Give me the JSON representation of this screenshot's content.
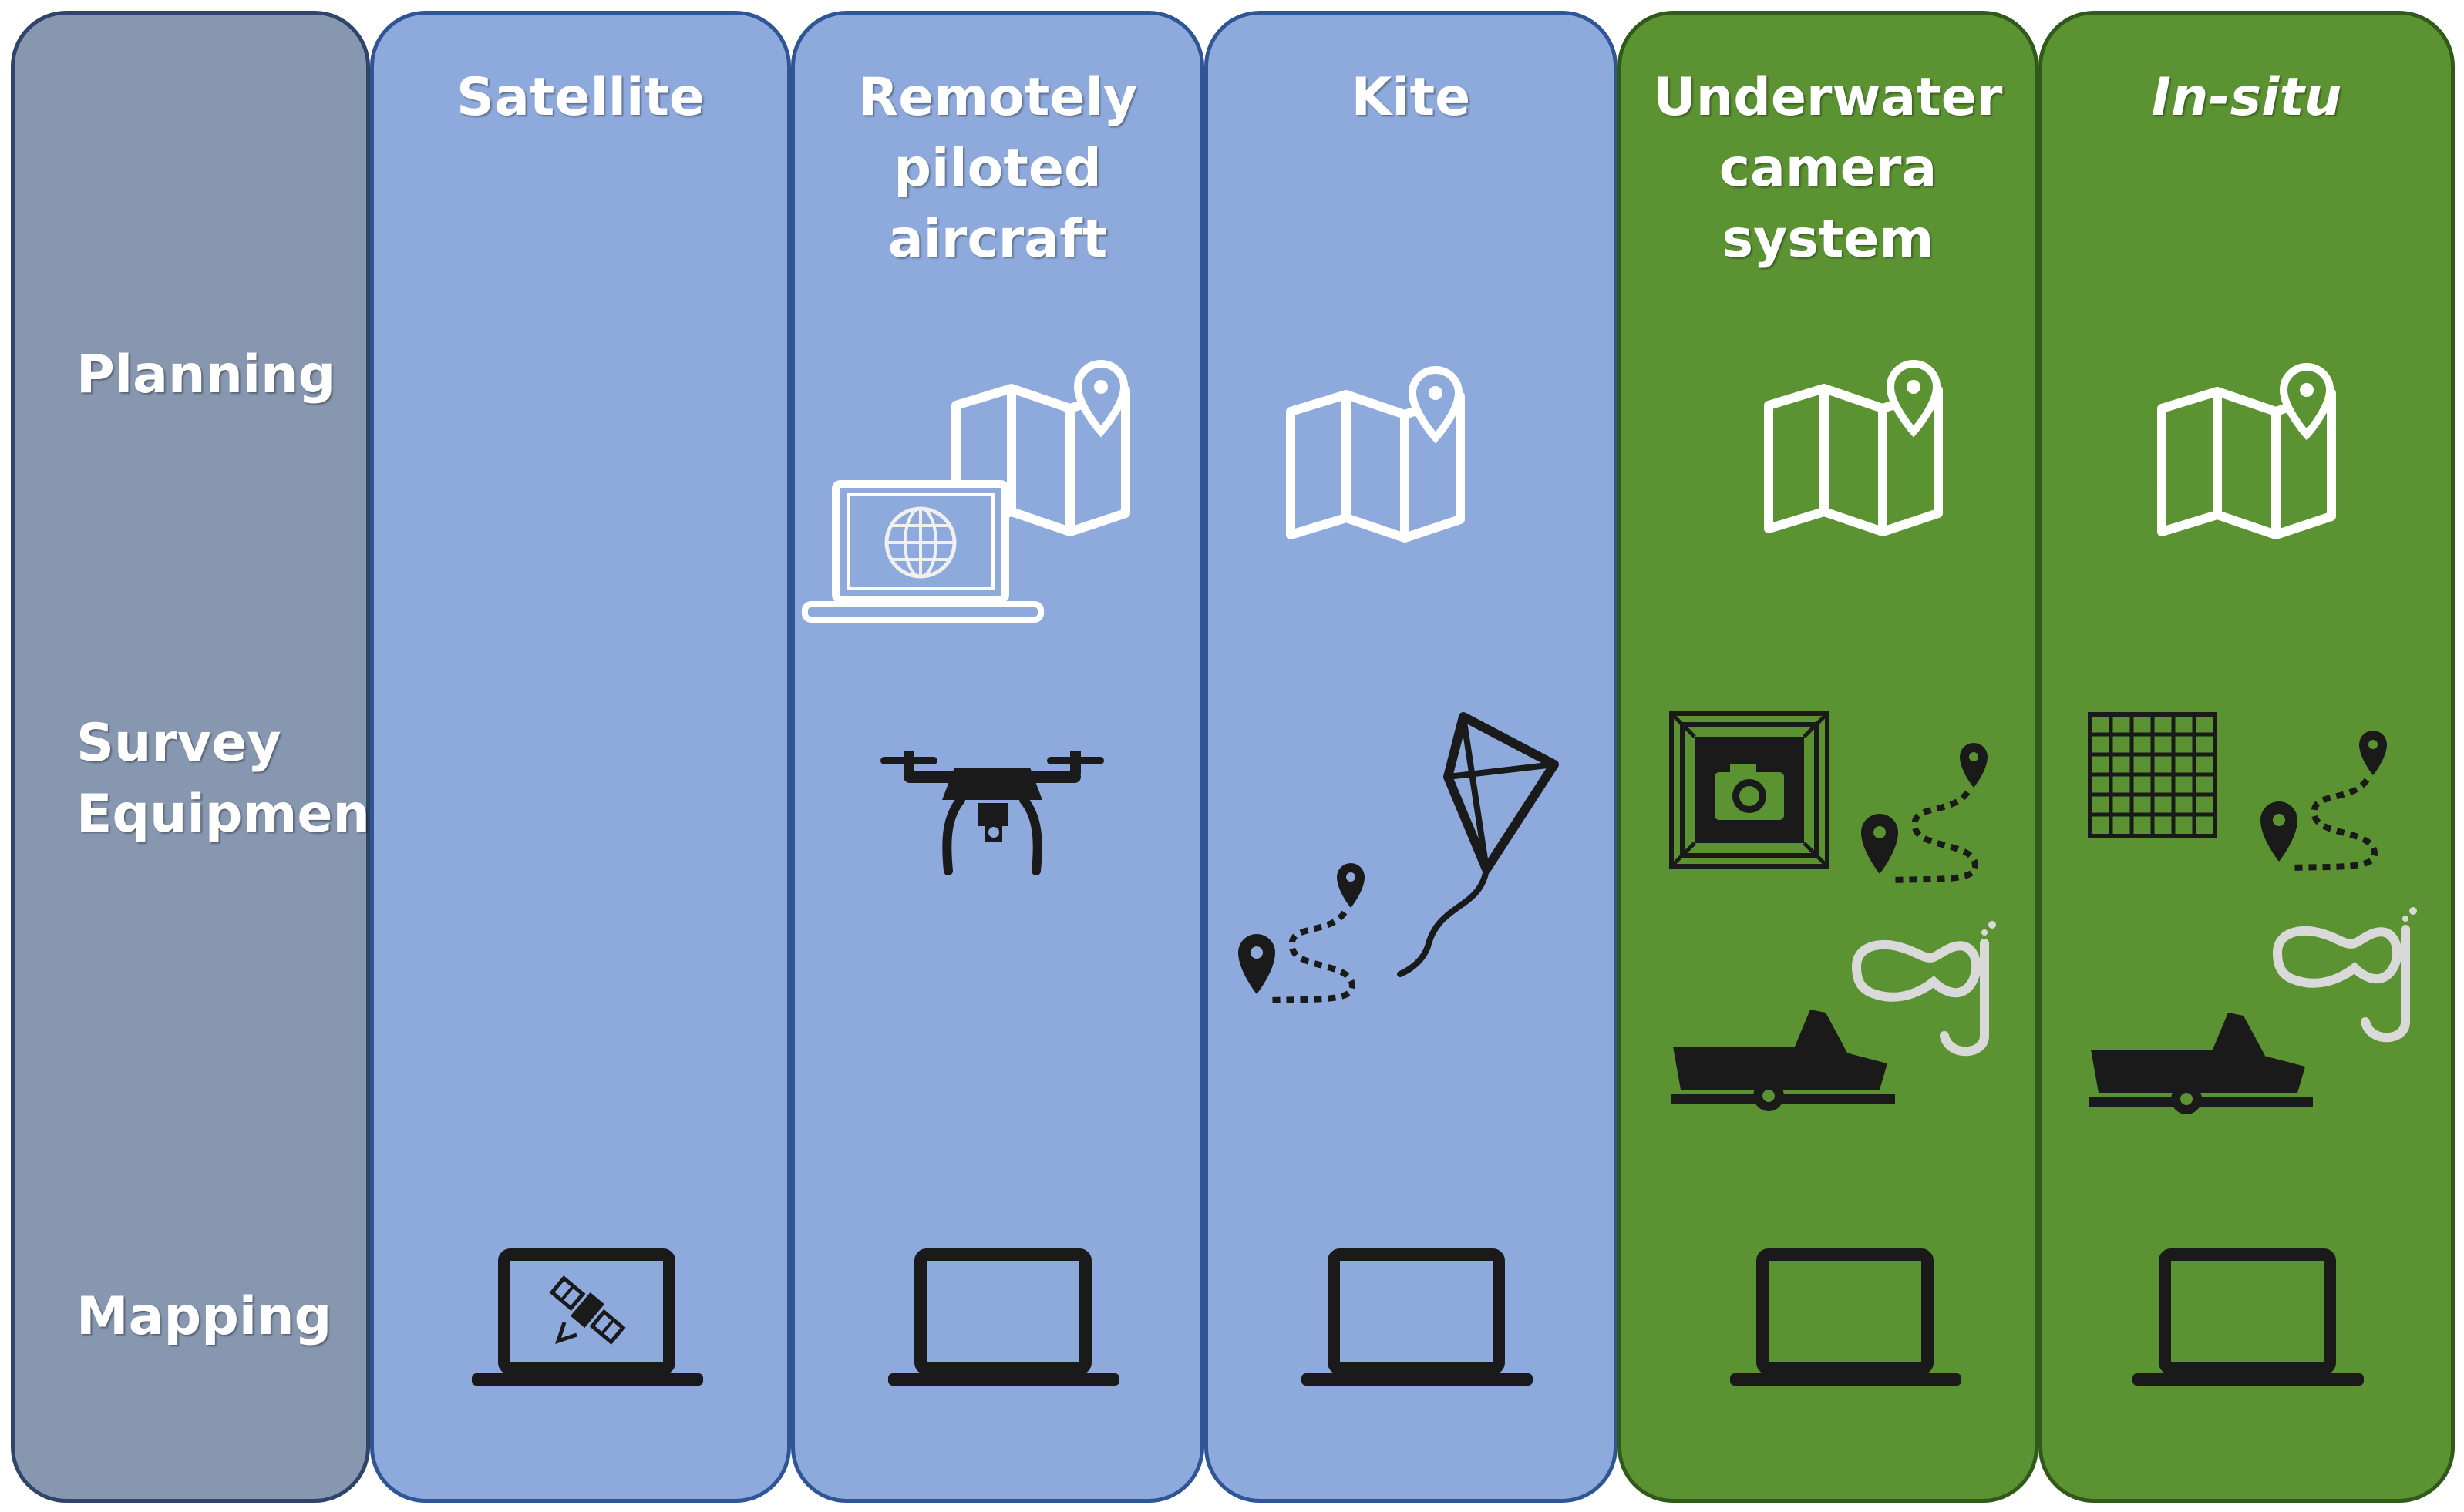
{
  "rows": {
    "planning": "Planning",
    "survey": "Survey\nEquipment",
    "mapping": "Mapping"
  },
  "columns": [
    {
      "title": "Satellite"
    },
    {
      "title": "Remotely\npiloted\naircraft"
    },
    {
      "title": "Kite"
    },
    {
      "title": "Underwater\ncamera\nsystem"
    },
    {
      "title": "In-situ"
    }
  ],
  "colors": {
    "label_column": "#8797b0",
    "remote_column": "#8eaadc",
    "field_column": "#5b9232",
    "icon_white": "#ffffff",
    "icon_dark": "#1a1a1a"
  }
}
